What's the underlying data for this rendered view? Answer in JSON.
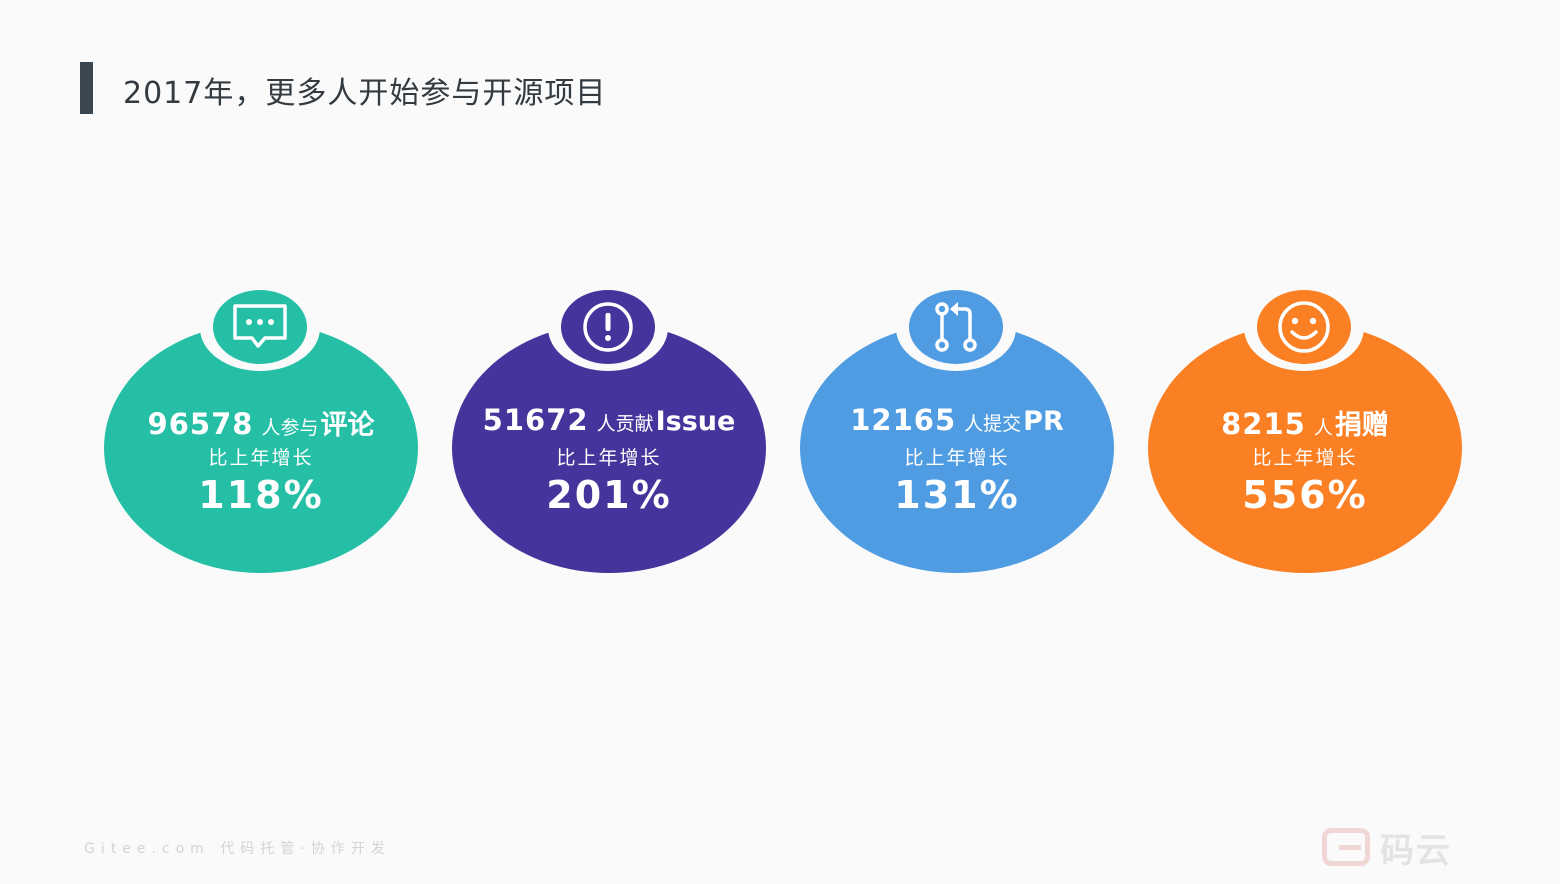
{
  "title": "2017年，更多人开始参与开源项目",
  "cards": [
    {
      "number": "96578",
      "unit": "人参与",
      "noun": "评论",
      "subtitle": "比上年增长",
      "percent": "118%",
      "icon": "comment-icon",
      "color": "#25bfa6"
    },
    {
      "number": "51672",
      "unit": "人贡献",
      "noun": "Issue",
      "subtitle": "比上年增长",
      "percent": "201%",
      "icon": "alert-icon",
      "color": "#44349b"
    },
    {
      "number": "12165",
      "unit": "人提交",
      "noun": "PR",
      "subtitle": "比上年增长",
      "percent": "131%",
      "icon": "pull-request-icon",
      "color": "#4f9ce2"
    },
    {
      "number": "8215",
      "unit": "人",
      "noun": "捐赠",
      "subtitle": "比上年增长",
      "percent": "556%",
      "icon": "smile-icon",
      "color": "#fb7f23"
    }
  ],
  "footer": {
    "text": "Gitee.com 代码托管·协作开发",
    "logo_text": "码云"
  }
}
